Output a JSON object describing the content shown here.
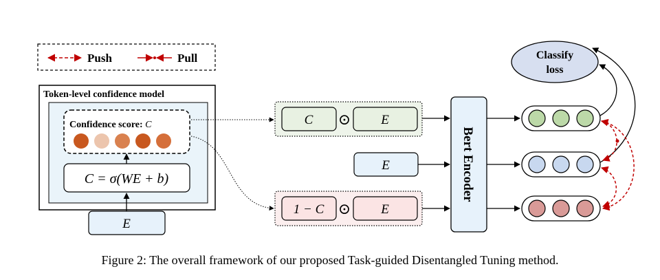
{
  "legend": {
    "push_label": "Push",
    "pull_label": "Pull"
  },
  "token_model": {
    "title": "Token-level confidence model",
    "confidence_label": "Confidence score: ",
    "confidence_symbol": "C",
    "dot_colors": [
      "#c8581f",
      "#ecc5ad",
      "#d9814f",
      "#c8581f",
      "#d56f3a"
    ],
    "formula": "C = σ(WE + b)",
    "input_label": "E"
  },
  "branches": {
    "top_left": "C",
    "top_right": "E",
    "middle": "E",
    "bottom_left": "1 − C",
    "bottom_right": "E",
    "odot": "⊙"
  },
  "encoder": {
    "label": "Bert Encoder"
  },
  "loss": {
    "line1": "Classify",
    "line2": "loss"
  },
  "colors": {
    "green_fill": "#bcd9a8",
    "green_box": "#e8f1e2",
    "blue_fill": "#c8d8ef",
    "blue_box": "#e7f2fb",
    "red_fill": "#d99a97",
    "red_box": "#fbe4e4",
    "loss_fill": "#d7dff0",
    "arrow_red": "#c00000"
  },
  "caption": "Figure 2: The overall framework of our proposed Task-guided Disentangled Tuning method."
}
